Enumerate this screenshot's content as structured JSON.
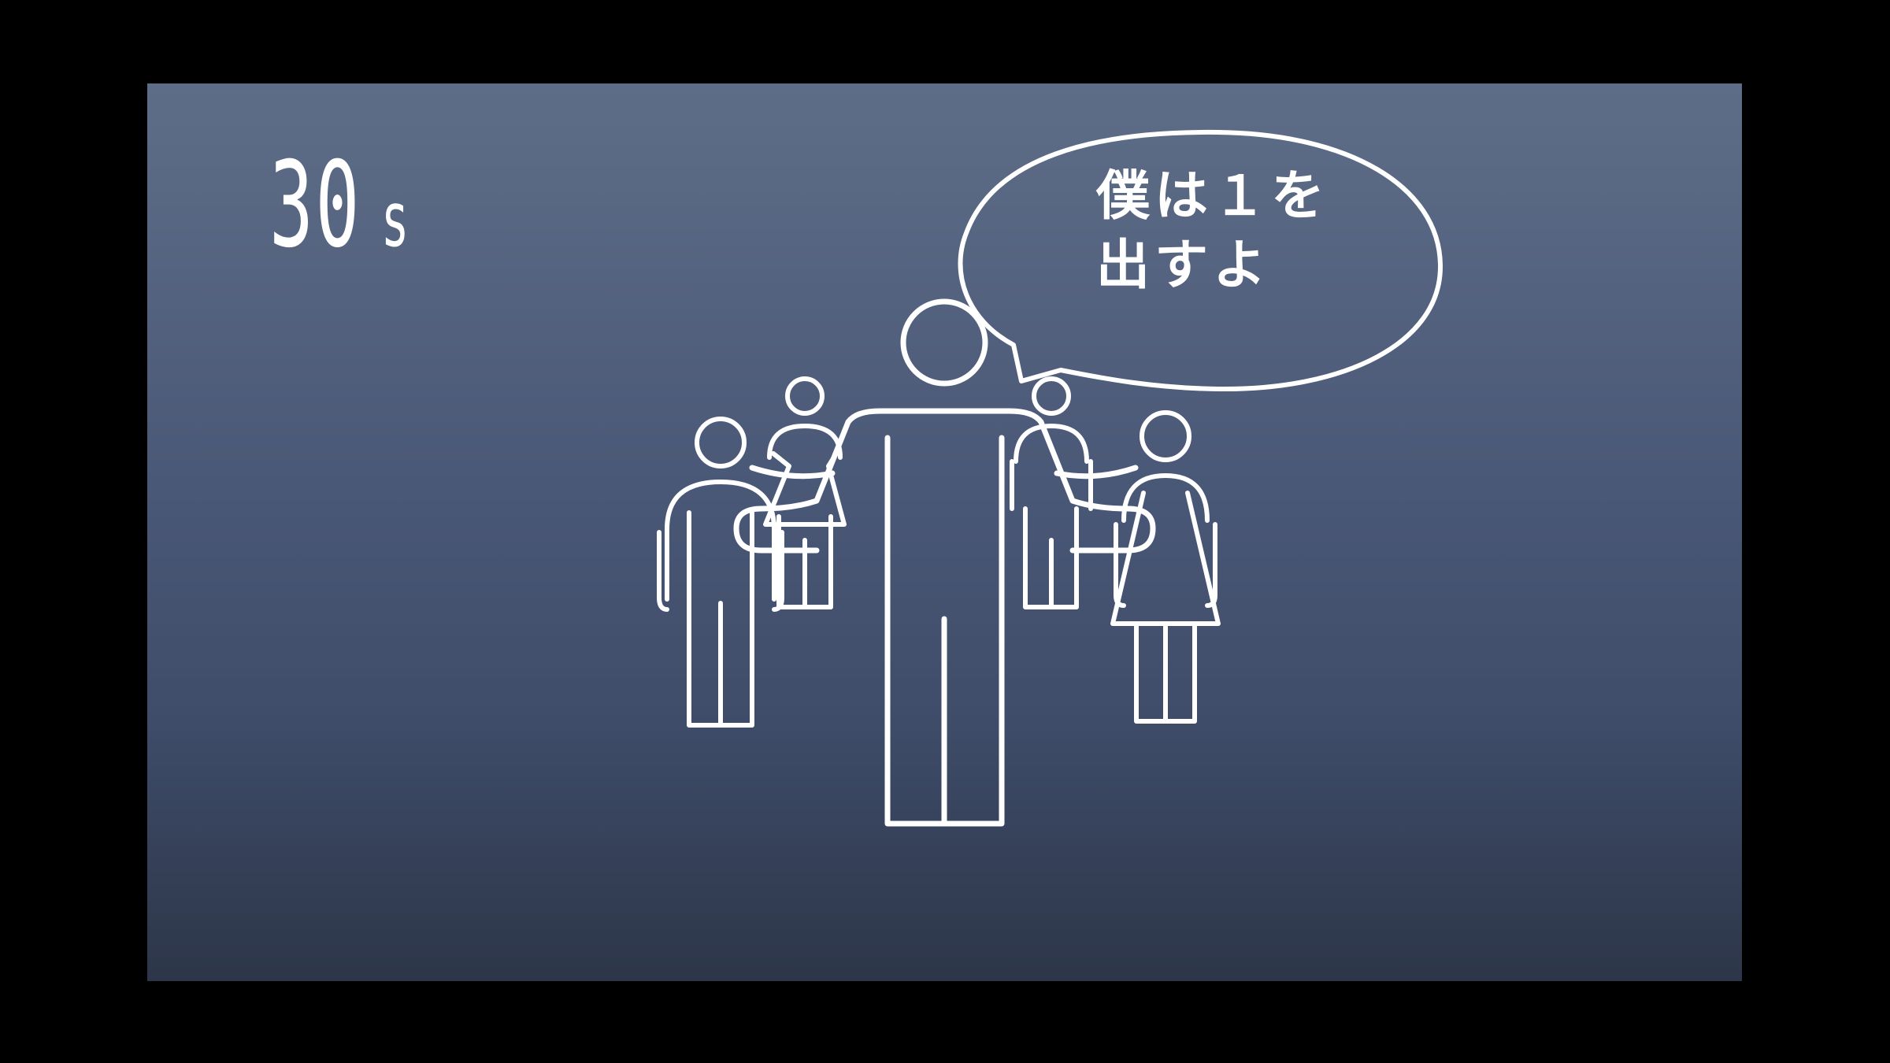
{
  "timer": {
    "value": "30",
    "unit": "s"
  },
  "speech": {
    "line1": "僕は１を",
    "line2": "出すよ"
  },
  "colors": {
    "background_top": "#5e6d87",
    "background_bottom": "#2d3649",
    "stroke": "#ffffff",
    "letterbox": "#000000"
  },
  "icons": [
    "speech-bubble-icon",
    "person-icon"
  ]
}
